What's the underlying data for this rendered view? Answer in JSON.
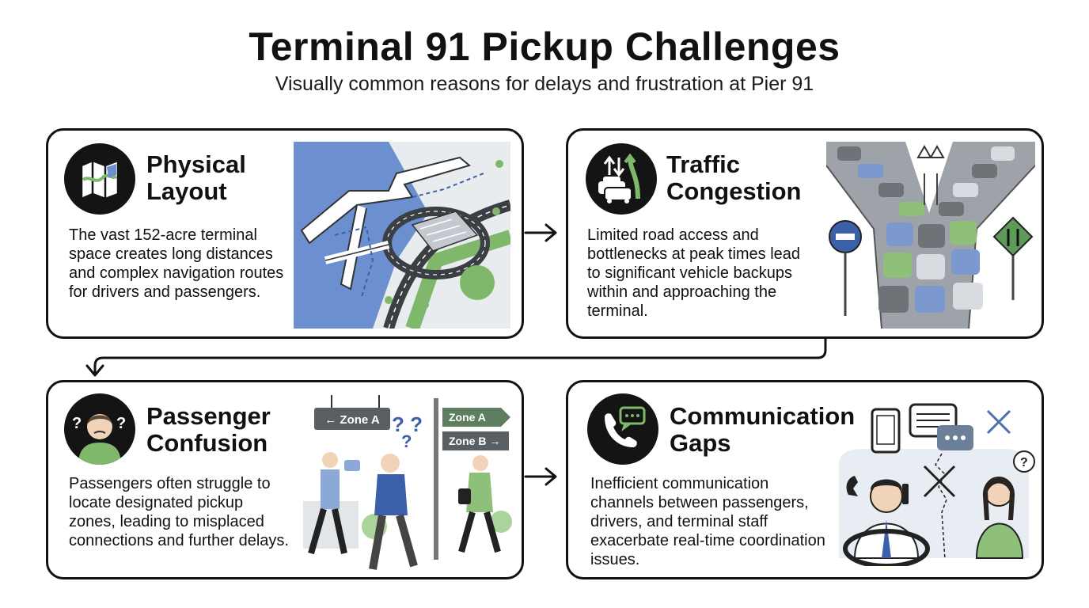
{
  "header": {
    "title": "Terminal 91 Pickup Challenges",
    "subtitle": "Visually common reasons for delays and frustration at Pier 91"
  },
  "cards": [
    {
      "title_line1": "Physical",
      "title_line2": "Layout",
      "desc": "The vast 152-acre terminal space creates long distances and complex navigation routes for drivers and passengers.",
      "icon": "map-icon"
    },
    {
      "title_line1": "Traffic",
      "title_line2": "Congestion",
      "desc": "Limited road access and bottlenecks at peak times lead to significant vehicle backups within and approaching the terminal.",
      "icon": "traffic-icon"
    },
    {
      "title_line1": "Passenger",
      "title_line2": "Confusion",
      "desc": "Passengers often struggle to locate designated pickup zones, leading to misplaced connections and further delays.",
      "icon": "confused-person-icon",
      "signs": {
        "zone_a_left": "← Zone A",
        "zone_a": "Zone A",
        "zone_b": "Zone B →"
      }
    },
    {
      "title_line1": "Communication",
      "title_line2": "Gaps",
      "desc": "Inefficient communication channels between passengers, drivers, and terminal staff exacerbate real-time coordination issues.",
      "icon": "phone-chat-icon"
    }
  ],
  "colors": {
    "water": "#6b8fcf",
    "accent_green": "#7fb86a",
    "dark": "#141414",
    "pavement": "#9ea3aa",
    "sign_gray": "#5a5f63",
    "sign_green": "#5d7e5f"
  }
}
